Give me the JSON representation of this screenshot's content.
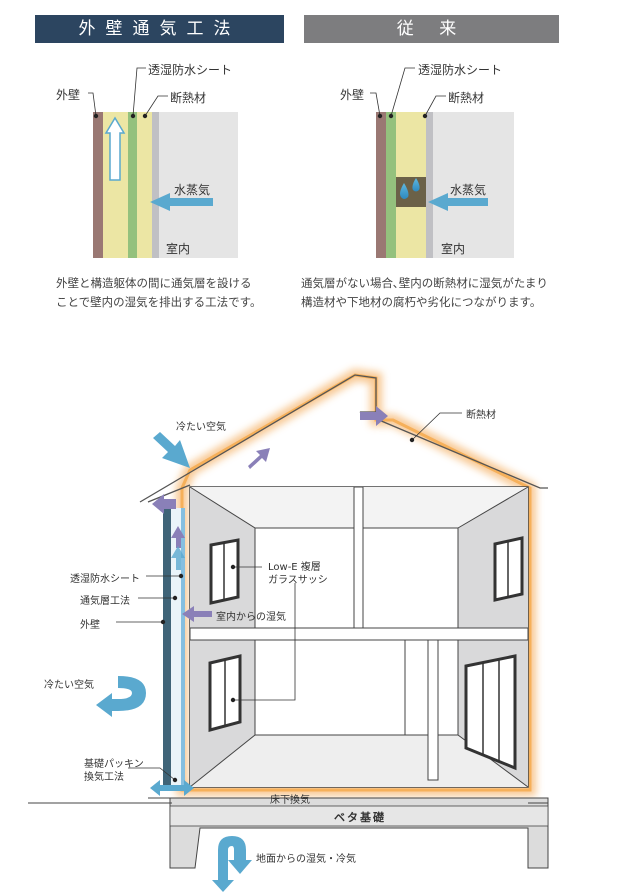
{
  "panels": {
    "left": {
      "title": "外壁通気工法",
      "label_wall": "外壁",
      "label_sheet": "透湿防水シート",
      "label_insulation": "断熱材",
      "label_vapor": "水蒸気",
      "label_room": "室内",
      "description_line1": "外壁と構造躯体の間に通気層を設ける",
      "description_line2": "ことで壁内の湿気を排出する工法です。"
    },
    "right": {
      "title": "従 来",
      "label_wall": "外壁",
      "label_sheet": "透湿防水シート",
      "label_insulation": "断熱材",
      "label_vapor": "水蒸気",
      "label_room": "室内",
      "description_line1": "通気層がない場合､壁内の断熱材に湿気がたまり",
      "description_line2": "構造材や下地材の腐朽や劣化につながります。"
    }
  },
  "house": {
    "cold_air_roof": "冷たい空気",
    "insulation": "断熱材",
    "moisture_sheet": "透湿防水シート",
    "vent_layer": "通気層工法",
    "outer_wall": "外壁",
    "cold_air_side": "冷たい空気",
    "window_line1": "Low-E 複層",
    "window_line2": "ガラスサッシ",
    "indoor_moisture": "室内からの湿気",
    "packing_line1": "基礎パッキン",
    "packing_line2": "換気工法",
    "underfloor_vent": "床下換気",
    "foundation": "ベタ基礎",
    "ground_moisture": "地面からの湿気・冷気"
  },
  "colors": {
    "header_left": "#2c4560",
    "header_right": "#7d7d7f",
    "outer_wall": "#9a7873",
    "sheet": "#94c17d",
    "insulation": "#ece6a4",
    "room": "#e5e5e5",
    "arrow_blue": "#5aa9cf",
    "arrow_purple": "#8a80b8",
    "glow": "#f29b3a"
  }
}
